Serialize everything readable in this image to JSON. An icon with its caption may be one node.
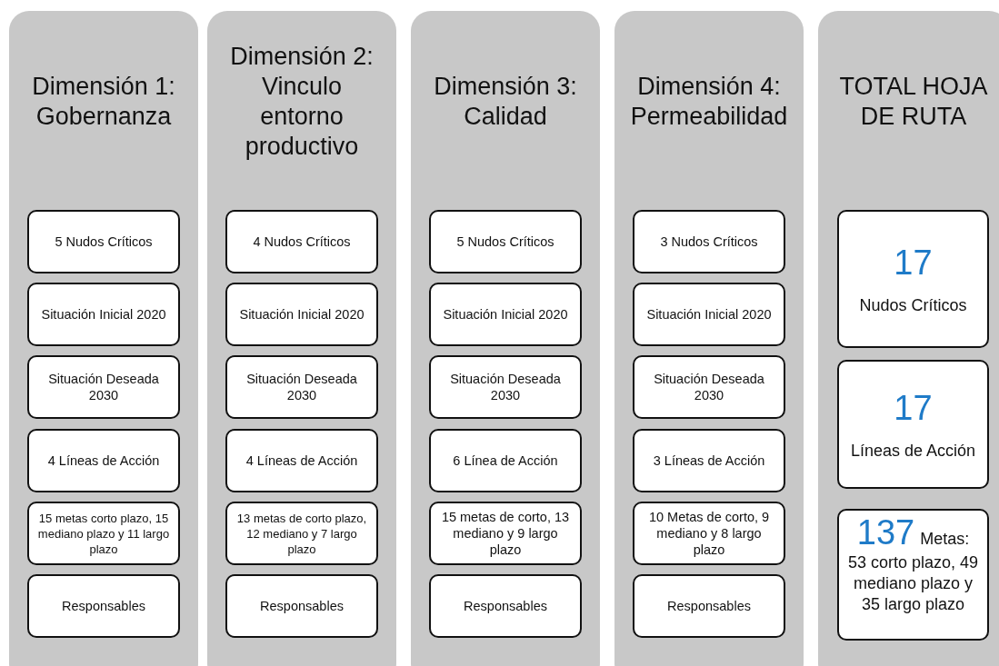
{
  "diagram": {
    "nodes": [
      {
        "text": [
          "Dimensión 1: Gobernanza"
        ]
      },
      {
        "text": [
          "5 Nudos Críticos"
        ],
        "in": 0
      },
      {
        "text": [
          "Situación Inicial 2020"
        ],
        "in": 0
      },
      {
        "text": [
          "Situación Deseada 2030"
        ],
        "in": 0
      },
      {
        "text": [
          "4 Líneas de Acción"
        ],
        "in": 0
      },
      {
        "text": [
          "15 metas corto plazo, 15 mediano plazo y 11 largo plazo"
        ],
        "in": 0
      },
      {
        "text": [
          "Responsables"
        ],
        "in": 0
      },
      {
        "text": [
          "Dimensión 2: Vinculo entorno productivo"
        ]
      },
      {
        "text": [
          "4 Nudos Críticos"
        ],
        "in": 7
      },
      {
        "text": [
          "Situación Inicial 2020"
        ],
        "in": 7
      },
      {
        "text": [
          "Situación Deseada 2030"
        ],
        "in": 7
      },
      {
        "text": [
          "4 Líneas de Acción"
        ],
        "in": 7
      },
      {
        "text": [
          "13 metas de corto plazo, 12 mediano y 7 largo plazo"
        ],
        "in": 7
      },
      {
        "text": [
          "Responsables"
        ],
        "in": 7
      },
      {
        "text": [
          "Dimensión 3: Calidad"
        ]
      },
      {
        "text": [
          "5 Nudos Críticos"
        ],
        "in": 14
      },
      {
        "text": [
          "Situación Inicial 2020"
        ],
        "in": 14
      },
      {
        "text": [
          "Situación Deseada 2030"
        ],
        "in": 14
      },
      {
        "text": [
          "6 Línea de Acción"
        ],
        "in": 14
      },
      {
        "text": [
          "15 metas de corto, 13 mediano y 9 largo plazo"
        ],
        "in": 14
      },
      {
        "text": [
          "Responsables"
        ],
        "in": 14
      },
      {
        "text": [
          "Dimensión 4: Permeabilidad"
        ]
      },
      {
        "text": [
          "3 Nudos Críticos"
        ],
        "in": 21
      },
      {
        "text": [
          "Situación Inicial 2020"
        ],
        "in": 21
      },
      {
        "text": [
          "Situación Deseada 2030"
        ],
        "in": 21
      },
      {
        "text": [
          "3 Líneas de Acción"
        ],
        "in": 21
      },
      {
        "text": [
          "10 Metas de corto, 9 mediano y 8 largo plazo"
        ],
        "in": 21
      },
      {
        "text": [
          "Responsables"
        ],
        "in": 21
      },
      {
        "text": [
          "TOTAL HOJA DE RUTA"
        ]
      },
      {
        "text": [
          "17",
          "Nudos Críticos"
        ],
        "in": 28
      },
      {
        "text": [
          "17",
          "Líneas de Acción"
        ],
        "in": 28
      },
      {
        "text": [
          "137",
          "Metas:",
          "53 corto plazo, 49 mediano plazo y 35 largo plazo"
        ],
        "in": 28
      }
    ]
  }
}
